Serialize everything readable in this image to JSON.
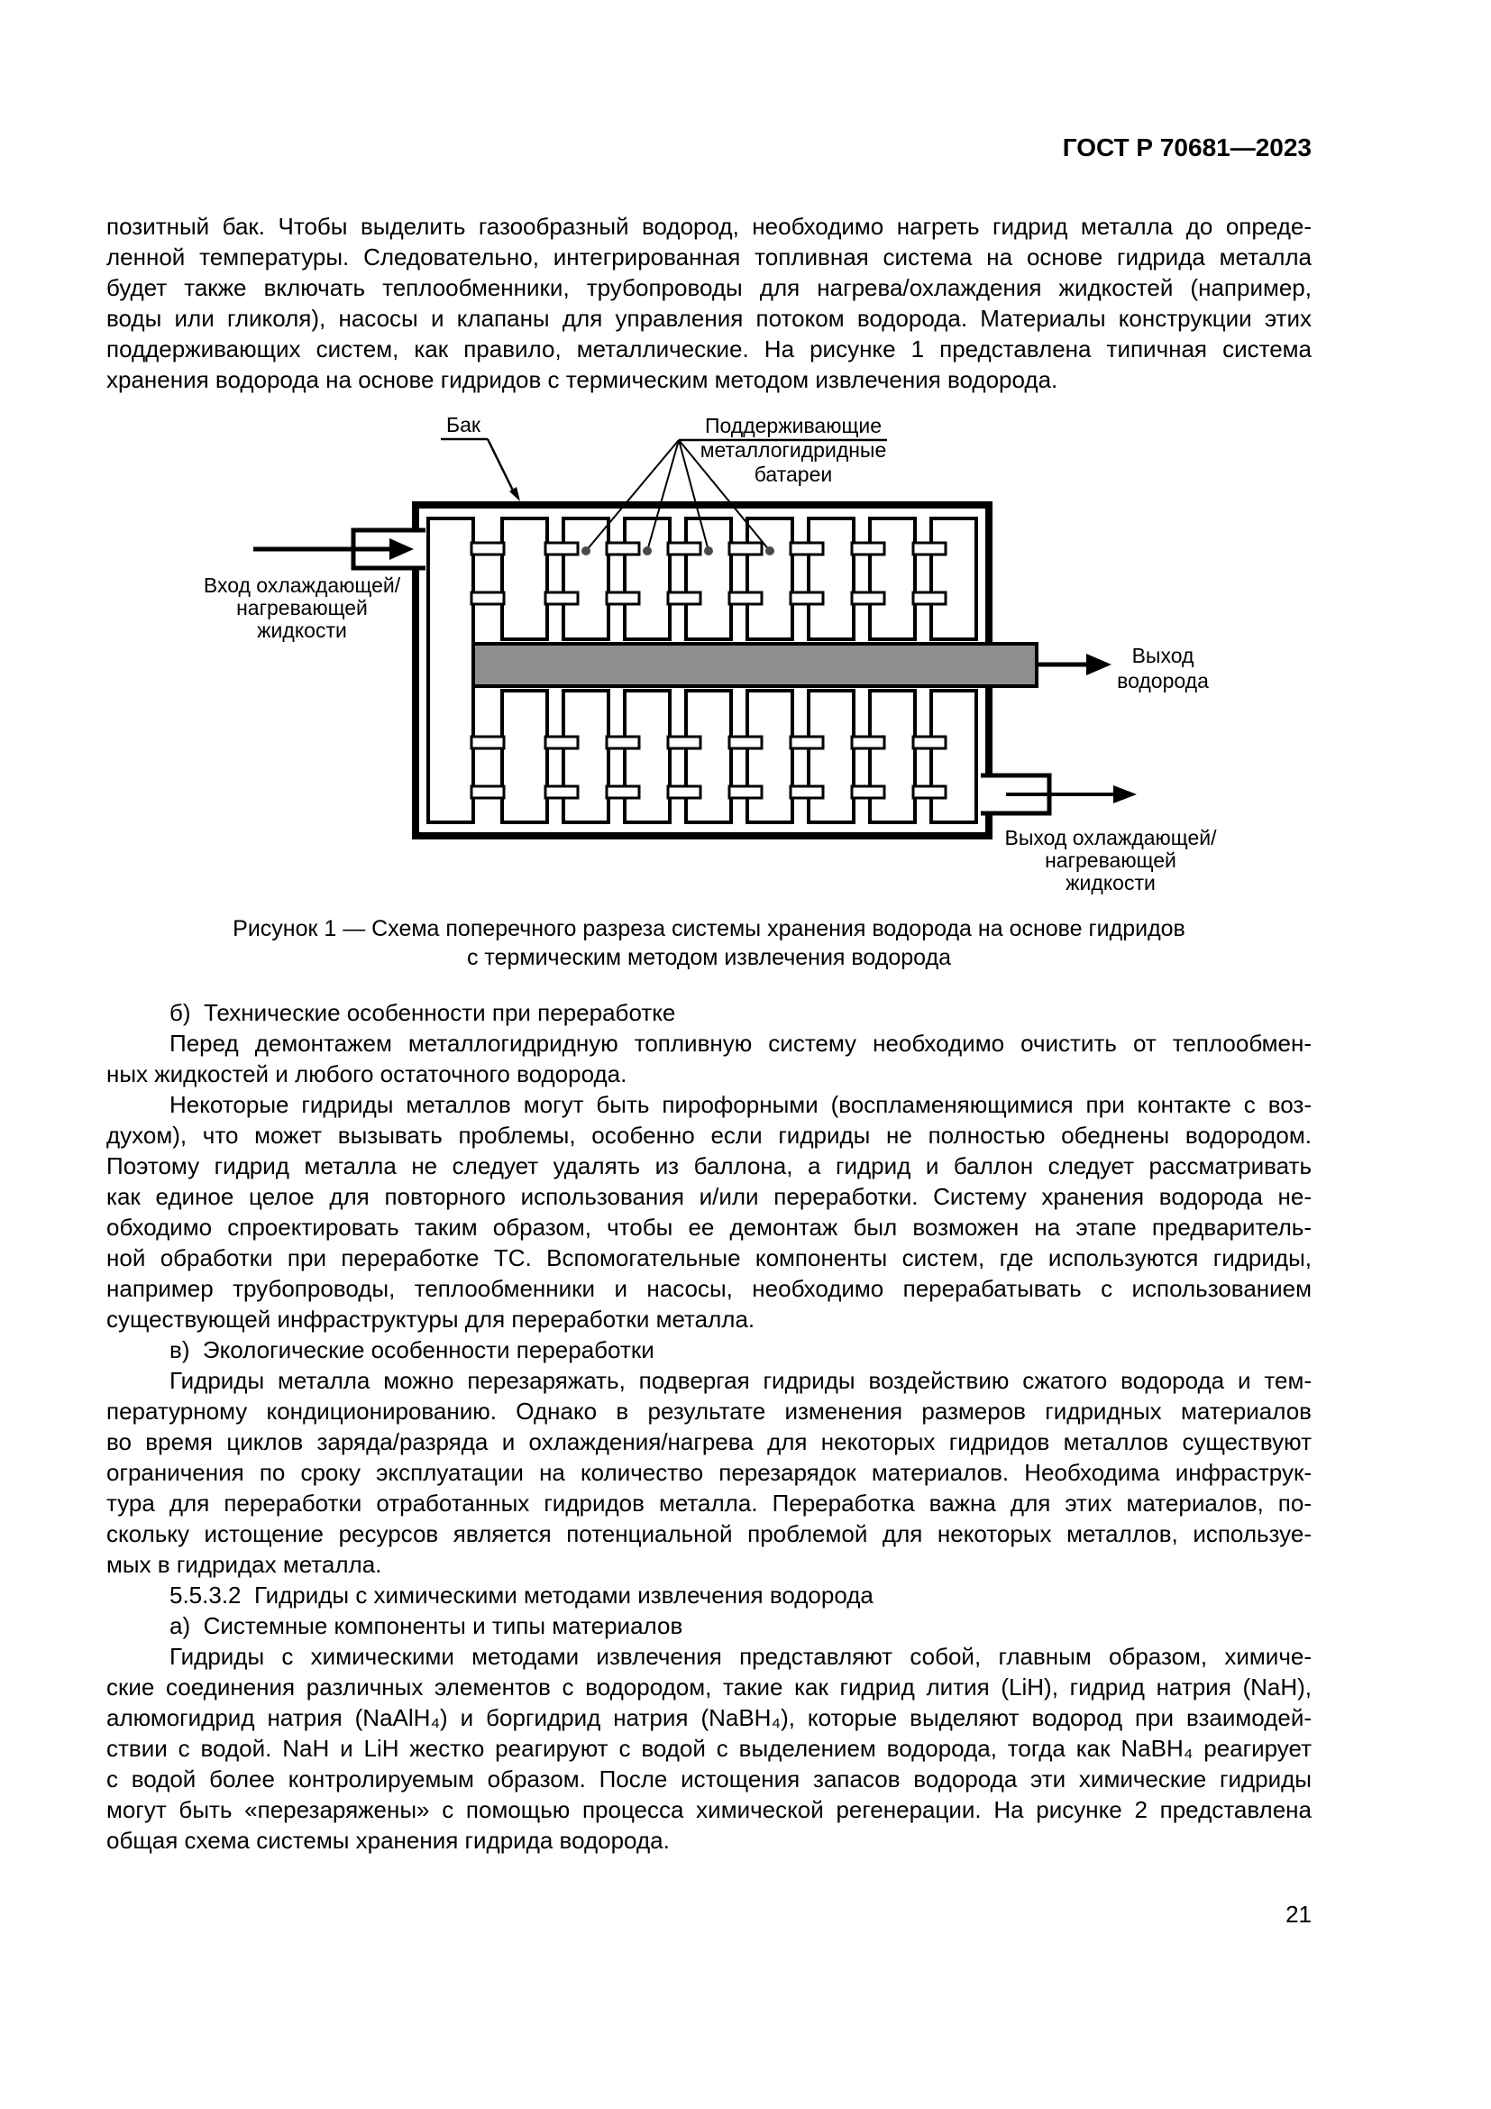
{
  "page": {
    "header": "ГОСТ Р 70681—2023",
    "number": "21"
  },
  "intro_lines": [
    {
      "t": "позитный бак. Чтобы выделить газообразный водород, необходимо нагреть гидрид металла до опреде-",
      "j": true
    },
    {
      "t": "ленной температуры. Следовательно, интегрированная топливная система на основе гидрида металла",
      "j": true
    },
    {
      "t": "будет также включать теплообменники, трубопроводы для нагрева/охлаждения жидкостей (например,",
      "j": true
    },
    {
      "t": "воды или гликоля), насосы и клапаны для управления потоком водорода. Материалы конструкции этих",
      "j": true
    },
    {
      "t": "поддерживающих систем, как правило, металлические. На рисунке 1 представлена типичная система",
      "j": true
    },
    {
      "t": "хранения водорода на основе гидридов с термическим методом извлечения водорода."
    }
  ],
  "figure": {
    "labels": {
      "tank": "Бак",
      "batteries": [
        "Поддерживающие",
        "металлогидридные",
        "батареи"
      ],
      "inlet": [
        "Вход охлаждающей/",
        "нагревающей",
        "жидкости"
      ],
      "h2_outlet": [
        "Выход",
        "водорода"
      ],
      "liquid_outlet": [
        "Выход охлаждающей/",
        "нагревающей",
        "жидкости"
      ]
    },
    "caption": [
      "Рисунок 1 — Схема поперечного разреза системы хранения водорода на основе гидридов",
      "с термическим методом извлечения водорода"
    ],
    "colors": {
      "bar": "#8e8e8e",
      "line": "#000000",
      "dot": "#4a4a4a"
    }
  },
  "body_lines": [
    {
      "t": "б)  Технические особенности при переработке",
      "ind": true
    },
    {
      "t": "Перед демонтажем металлогидридную топливную систему необходимо очистить от теплообмен-",
      "j": true,
      "ind": true
    },
    {
      "t": "ных жидкостей и любого остаточного водорода."
    },
    {
      "t": "Некоторые гидриды металлов могут быть пирофорными (воспламеняющимися при контакте с воз-",
      "j": true,
      "ind": true
    },
    {
      "t": "духом), что может вызывать проблемы, особенно если гидриды не полностью обеднены водородом.",
      "j": true
    },
    {
      "t": "Поэтому гидрид металла не следует удалять из баллона, а гидрид и баллон следует рассматривать",
      "j": true
    },
    {
      "t": "как единое целое для повторного использования и/или переработки. Систему хранения водорода не-",
      "j": true
    },
    {
      "t": "обходимо спроектировать таким образом, чтобы ее демонтаж был возможен на этапе предваритель-",
      "j": true
    },
    {
      "t": "ной обработки при переработке ТС. Вспомогательные компоненты систем, где используются гидриды,",
      "j": true
    },
    {
      "t": "например трубопроводы, теплообменники и насосы, необходимо перерабатывать с использованием",
      "j": true
    },
    {
      "t": "существующей инфраструктуры для переработки металла."
    },
    {
      "t": "в)  Экологические особенности переработки",
      "ind": true
    },
    {
      "t": "Гидриды металла можно перезаряжать, подвергая гидриды воздействию сжатого водорода и тем-",
      "j": true,
      "ind": true
    },
    {
      "t": "пературному кондиционированию. Однако в результате изменения размеров гидридных материалов",
      "j": true
    },
    {
      "t": "во время циклов заряда/разряда и охлаждения/нагрева для некоторых гидридов металлов существуют",
      "j": true
    },
    {
      "t": "ограничения по сроку эксплуатации на количество перезарядок материалов. Необходима инфраструк-",
      "j": true
    },
    {
      "t": "тура для переработки отработанных гидридов металла. Переработка важна для этих материалов, по-",
      "j": true
    },
    {
      "t": "скольку истощение ресурсов является потенциальной проблемой для некоторых металлов, используе-",
      "j": true
    },
    {
      "t": "мых в гидридах металла."
    },
    {
      "t": "5.5.3.2  Гидриды с химическими методами извлечения водорода",
      "ind": true
    },
    {
      "t": "а)  Системные компоненты и типы материалов",
      "ind": true
    },
    {
      "t": "Гидриды с химическими методами извлечения представляют собой, главным образом, химиче-",
      "j": true,
      "ind": true
    },
    {
      "t": "ские соединения различных элементов с водородом, такие как гидрид лития (LiH), гидрид натрия (NaH),",
      "j": true
    },
    {
      "t": "алюмогидрид натрия (NaAlH₄) и боргидрид натрия (NaBH₄), которые выделяют водород при взаимодей-",
      "j": true
    },
    {
      "t": "ствии с водой. NaH и LiH жестко реагируют с водой с выделением водорода, тогда как NaBH₄ реагирует",
      "j": true
    },
    {
      "t": "с водой более контролируемым образом. После истощения запасов водорода эти химические гидриды",
      "j": true
    },
    {
      "t": "могут быть «перезаряжены» с помощью процесса химической регенерации. На рисунке 2 представлена",
      "j": true
    },
    {
      "t": "общая схема системы хранения гидрида водорода."
    }
  ]
}
